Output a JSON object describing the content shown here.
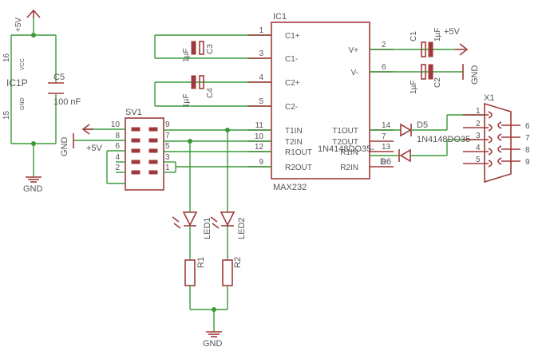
{
  "components": {
    "ic1": {
      "ref": "IC1",
      "value": "MAX232",
      "pins_left": [
        {
          "num": "1",
          "name": "C1+"
        },
        {
          "num": "3",
          "name": "C1-"
        },
        {
          "num": "4",
          "name": "C2+"
        },
        {
          "num": "5",
          "name": "C2-"
        },
        {
          "num": "11",
          "name": "T1IN"
        },
        {
          "num": "10",
          "name": "T2IN"
        },
        {
          "num": "12",
          "name": "R1OUT"
        },
        {
          "num": "9",
          "name": "R2OUT"
        }
      ],
      "pins_right": [
        {
          "num": "2",
          "name": "V+"
        },
        {
          "num": "6",
          "name": "V-"
        },
        {
          "num": "14",
          "name": "T1OUT"
        },
        {
          "num": "7",
          "name": "T2OUT"
        },
        {
          "num": "13",
          "name": "R1IN"
        },
        {
          "num": "8",
          "name": "R2IN"
        }
      ]
    },
    "ic1p": {
      "ref": "IC1P",
      "pin_vcc": "16",
      "pin_gnd": "15",
      "label_vcc": "VCC",
      "label_gnd": "GND"
    },
    "c1": {
      "ref": "C1",
      "value": "1µF"
    },
    "c2": {
      "ref": "C2",
      "value": "1µF"
    },
    "c3": {
      "ref": "C3",
      "value": "1µF"
    },
    "c4": {
      "ref": "C4",
      "value": "1µF"
    },
    "c5": {
      "ref": "C5",
      "value": "100 nF"
    },
    "sv1": {
      "ref": "SV1",
      "left_pins": [
        "10",
        "8",
        "6",
        "4",
        "2"
      ],
      "right_pins": [
        "9",
        "7",
        "5",
        "3",
        "1"
      ]
    },
    "led1": {
      "ref": "LED1"
    },
    "led2": {
      "ref": "LED2"
    },
    "r1": {
      "ref": "R1"
    },
    "r2": {
      "ref": "R2"
    },
    "d5": {
      "ref": "D5",
      "value": "1N4148DO35-"
    },
    "d6": {
      "ref": "D6",
      "value": "1N4148DO35-"
    },
    "x1": {
      "ref": "X1",
      "left_pins": [
        "1",
        "2",
        "3",
        "4",
        "5"
      ],
      "right_pins": [
        "6",
        "7",
        "8",
        "9"
      ]
    }
  },
  "supplies": {
    "vcc": "+5V",
    "gnd": "GND"
  }
}
